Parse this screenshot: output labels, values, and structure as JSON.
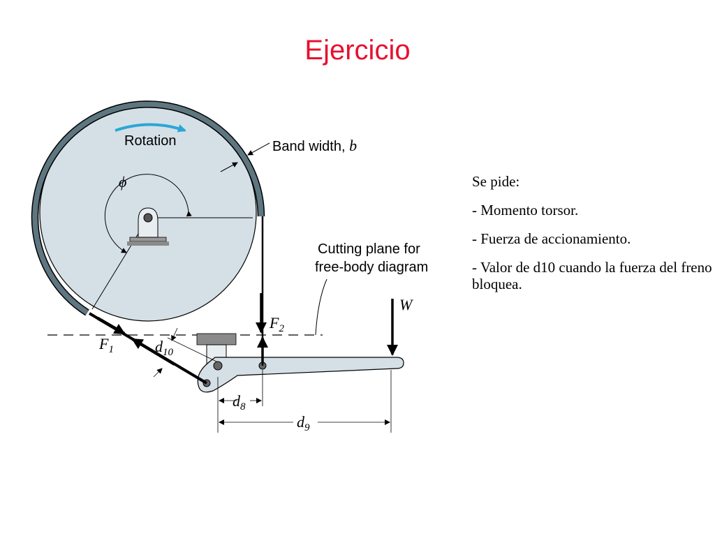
{
  "title": "Ejercicio",
  "notes": {
    "heading": "Se pide:",
    "items": [
      "- Momento torsor.",
      "- Fuerza de accionamiento.",
      "- Valor de d10 cuando la fuerza del freno bloquea."
    ]
  },
  "diagram": {
    "rotation_label": "Rotation",
    "band_width_label": "Band width, ",
    "band_width_symbol": "b",
    "phi_symbol": "ϕ",
    "cutting_plane_line1": "Cutting plane for",
    "cutting_plane_line2": "free-body diagram",
    "w_label": "W",
    "f1_main": "F",
    "f1_sub": "1",
    "f2_main": "F",
    "f2_sub": "2",
    "d10_main": "d",
    "d10_sub": "10",
    "d8_main": "d",
    "d8_sub": "8",
    "d9_main": "d",
    "d9_sub": "9"
  },
  "colors": {
    "title": "#e8102e",
    "drum_fill": "#d5e0e6",
    "band": "#5e7680",
    "lever_fill": "#d5e0e6",
    "rotation_arrow": "#2ba6d8",
    "ground": "#8a8a8a"
  }
}
